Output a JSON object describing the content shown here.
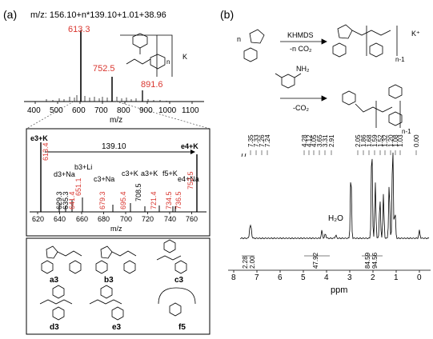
{
  "panel_a": {
    "label": "(a)",
    "formula": "m/z: 156.10+n*139.10+1.01+38.96",
    "ms_top": {
      "xlabel": "m/z",
      "ticks": [
        "400",
        "500",
        "600",
        "700",
        "800",
        "900",
        "1000",
        "1100"
      ],
      "peak_labels": [
        "613.3",
        "752.5",
        "891.6"
      ],
      "struct_n": "n",
      "struct_k": "K"
    },
    "ms_zoom": {
      "xlabel": "m/z",
      "ticks": [
        "620",
        "640",
        "660",
        "680",
        "700",
        "720",
        "740",
        "760"
      ],
      "gap_label": "139.10",
      "ion_e3": "e3+K",
      "ion_e4": "e4+K",
      "ion_labels": [
        "d3+Na",
        "b3+Li",
        "c3+Na",
        "c3+K",
        "a3+K",
        "f5+K",
        "e4+Na"
      ],
      "peak_values": [
        "613.4",
        "629.3",
        "635.3",
        "641.4",
        "651.1",
        "679.3",
        "695.4",
        "708.5",
        "721.4",
        "734.5",
        "736.5",
        "752.5"
      ]
    },
    "structures": [
      "a3",
      "b3",
      "c3",
      "d3",
      "e3",
      "f5"
    ]
  },
  "panel_b": {
    "label": "(b)",
    "reaction1": {
      "n": "n",
      "reagent": "KHMDS",
      "byproduct": "-n CO₂",
      "sub": "n-1",
      "kplus": "K⁺"
    },
    "reaction2": {
      "byproduct": "-CO₂",
      "amine": "NH₂",
      "sub": "n-1"
    },
    "nmr": {
      "xlabel": "ppm",
      "ticks": [
        "8",
        "7",
        "6",
        "5",
        "4",
        "3",
        "2",
        "1",
        "0"
      ],
      "shifts": [
        "7.35",
        "7.33",
        "7.26",
        "7.24",
        "4.28",
        "4.12",
        "4.05",
        "3.65",
        "3.31",
        "2.91",
        "2.05",
        "1.86",
        "1.68",
        "1.59",
        "1.52",
        "1.32",
        "1.20",
        "1.08",
        "1.03",
        "0.00"
      ],
      "integrals": [
        "2.28",
        "2.00",
        "47.92",
        "84.59",
        "94.56"
      ],
      "solvent": "H₂O"
    }
  }
}
